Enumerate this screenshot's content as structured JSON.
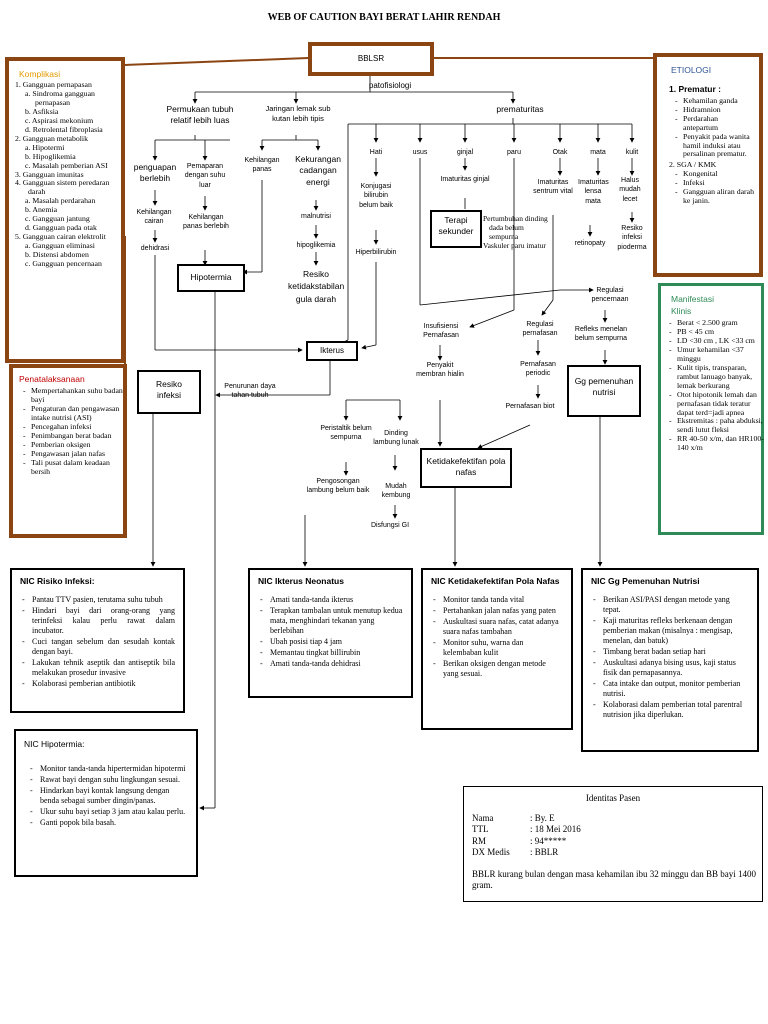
{
  "title": "WEB OF CAUTION BAYI BERAT LAHIR RENDAH",
  "root": "BBLSR",
  "patofisiologi": "patofisiologi",
  "branches": {
    "permukaan": "Permukaan tubuh relatif lebih luas",
    "jaringan": "Jaringan lemak sub kutan lebih tipis",
    "prematuritas": "prematuritas"
  },
  "nodes": {
    "penguapan": "penguapan berlebih",
    "pemaparan": "Pemaparan dengan suhu luar",
    "kehilangan_panas1": "Kehilangan panas",
    "kekurangan": "Kekurangan cadangan energi",
    "kehilangan_cairan": "Kehilangan cairan",
    "kehilangan_panas_berlebih": "Kehilangan panas berlebih",
    "malnutrisi": "malnutrisi",
    "dehidrasi": "dehidrasi",
    "hipoglikemia": "hipoglikemia",
    "hipotermia": "Hipotermia",
    "resiko_ketidakstabilan": "Resiko ketidakstabilan gula darah",
    "hati": "Hati",
    "usus": "usus",
    "ginjal": "ginjal",
    "paru": "paru",
    "otak": "Otak",
    "mata": "mata",
    "kulit": "kulit",
    "konjugasi": "Konjugasi bilirubin belum baik",
    "imaturitas_ginjal": "Imaturitas ginjal",
    "imaturitas_sentrum": "Imaturitas sentrum vital",
    "imaturitas_lensa": "Imaturitas lensa mata",
    "halus": "Halus mudah lecet",
    "hiperbilirubin": "Hiperbilirubin",
    "terapi_sekunder": "Terapi sekunder",
    "pertumbuhan": "Pertumbuhan dinding dada belum sempurna",
    "vaskuler": "Vaskuler paru imatur",
    "retinopaty": "retinopaty",
    "resiko_infeksi_pioderma": "Resiko infeksi pioderma",
    "regulasi_pencernaan": "Regulasi pencernaan",
    "insufisiensi": "Insufisiensi Pernafasan",
    "regulasi_pernafasan": "Regulasi pernafasan",
    "refleks": "Refleks menelan belum sempurna",
    "ikterus": "Ikterus",
    "penyakit_membran": "Penyakit membran hialin",
    "pernafasan_periodic": "Pernafasan periodic",
    "gg_pemenuhan": "Gg pemenuhan nutrisi",
    "resiko_infeksi": "Resiko infeksi",
    "penurunan": "Penurunan daya tahan tubuh",
    "pernafasan_biot": "Pernafasan biot",
    "peristaltik": "Peristaltik belum sempurna",
    "dinding_lambung": "Dinding lambung lunak",
    "ketidakefektifan": "Ketidakefektifan pola nafas",
    "pengosongan": "Pengosongan lambung belum baik",
    "mudah_kembung": "Mudah kembung",
    "disfungsi": "Disfungsi GI"
  },
  "komplikasi": {
    "heading": "Komplikasi",
    "groups": [
      {
        "title": "1.  Gangguan pernapasan",
        "items": [
          "a.  Sindroma gangguan pernapasan",
          "b.  Asfiksia",
          "c.  Aspirasi mekonium",
          "d.  Retrolental fibroplasia"
        ]
      },
      {
        "title": "2.  Gangguan metabolik",
        "items": [
          "a.  Hipotermi",
          "b.  Hipoglikemia",
          "c.  Masalah pemberian ASI"
        ]
      },
      {
        "title": "3.  Gangguan imunitas",
        "items": []
      },
      {
        "title": "4.  Gangguan sistem peredaran darah",
        "items": [
          "a.  Masalah perdarahan",
          "b.  Anemia",
          "c.  Gangguan jantung",
          "d.  Gangguan pada otak"
        ]
      },
      {
        "title": "5.  Gangguan cairan elektrolit",
        "items": [
          "a.  Gangguan eliminasi",
          "b.  Distensi abdomen",
          "c.  Gangguan pencernaan"
        ]
      }
    ]
  },
  "penatalaksanaan": {
    "heading": "Penatalaksanaan",
    "items": [
      "Mempertahankan suhu badan bayi",
      "Pengaturan dan pengawasan intake nutrisi (ASI)",
      "Pencegahan infeksi",
      "Penimbangan berat badan",
      "Pemberian oksigen",
      "Pengawasan jalan nafas",
      "Tali pusat dalam keadaan bersih"
    ]
  },
  "etiologi": {
    "heading": "ETIOLOGI",
    "p1": "1. Prematur :",
    "p1_items": [
      "Kehamilan ganda",
      "Hidramnion",
      "Perdarahan antepartum",
      "Penyakit pada wanita hamil induksi atau persalinan prematur."
    ],
    "p2": "2. SGA / KMK",
    "p2_items": [
      "Kongenital",
      "Infeksi",
      "Gangguan aliran darah ke janin."
    ]
  },
  "manifestasi": {
    "heading": "Manifestasi Klinis",
    "items": [
      "Berat < 2.500 gram",
      "PB < 45 cm",
      "LD <30 cm , LK <33 cm",
      "Umur kehamilan <37 minggu",
      "Kulit tipis, transparan, rambut lanuago banyak, lemak berkurang",
      "Otot hipotonik lemah dan pernafasan tidak teratur dapat terd=jadi apnea",
      "Ekstremitas : paha abduksi, sendi lutut fleksi",
      "RR 40-50 x/m, dan HR100-140 x/m"
    ]
  },
  "nic": {
    "infeksi": {
      "title": "NIC Risiko Infeksi:",
      "items": [
        "Pantau TTV pasien, terutama suhu tubuh",
        "Hindari bayi dari orang-orang yang terinfeksi kalau perlu rawat dalam incubator.",
        "Cuci tangan sebelum dan sesudah kontak dengan bayi.",
        "Lakukan tehnik aseptik dan antiseptik bila melakukan prosedur invasive",
        "Kolaborasi pemberian antibiotik"
      ]
    },
    "ikterus": {
      "title": "NIC Ikterus Neonatus",
      "items": [
        "Amati tanda-tanda ikterus",
        "Terapkan tambalan untuk menutup kedua mata, menghindari tekanan yang berlebihan",
        "Ubah posisi tiap 4 jam",
        "Memantau tingkat billirubin",
        "Amati tanda-tanda dehidrasi"
      ]
    },
    "nafas": {
      "title": "NIC Ketidakefektifan Pola Nafas",
      "items": [
        "Monitor tanda tanda vital",
        "Pertahankan jalan nafas yang paten",
        "Auskultasi suara nafas, catat adanya suara nafas tambahan",
        "Monitor suhu, warna dan kelembaban kulit",
        "Berikan oksigen dengan metode yang sesuai."
      ]
    },
    "nutrisi": {
      "title": "NIC Gg Pemenuhan Nutrisi",
      "items": [
        "Berikan ASI/PASI dengan metode yang tepat.",
        "Kaji maturitas refleks berkenaan dengan pemberian makan (misalnya : mengisap, menelan, dan batuk)",
        "Timbang berat badan setiap hari",
        "Auskultasi adanya bising usus, kaji status fisik dan pernapasannya.",
        "Cata intake dan output, monitor pemberian nutrisi.",
        "Kolaborasi dalam pemberian total parentral nutrision jika diperlukan."
      ]
    },
    "hipotermia": {
      "title": "NIC Hipotermia:",
      "items": [
        "Monitor tanda-tanda hipertermidan hipotermi",
        "Rawat bayi dengan suhu lingkungan sesuai.",
        "Hindarkan bayi kontak langsung dengan benda sebagai sumber dingin/panas.",
        "Ukur suhu bayi setiap 3 jam atau kalau perlu.",
        "Ganti popok bila basah."
      ]
    }
  },
  "identitas": {
    "heading": "Identitas Pasen",
    "rows": [
      {
        "k": "Nama",
        "v": ": By. E"
      },
      {
        "k": "TTL",
        "v": ": 18 Mei  2016"
      },
      {
        "k": "RM",
        "v": ": 94*****"
      },
      {
        "k": "DX Medis",
        "v": ": BBLR"
      }
    ],
    "note": "BBLR kurang bulan dengan masa kehamilan ibu 32 minggu dan BB bayi 1400 gram."
  },
  "colors": {
    "brown": "#8B4513",
    "green": "#2E8B57",
    "orange": "#E69A00",
    "red": "#C00000",
    "blue": "#2F5597"
  }
}
